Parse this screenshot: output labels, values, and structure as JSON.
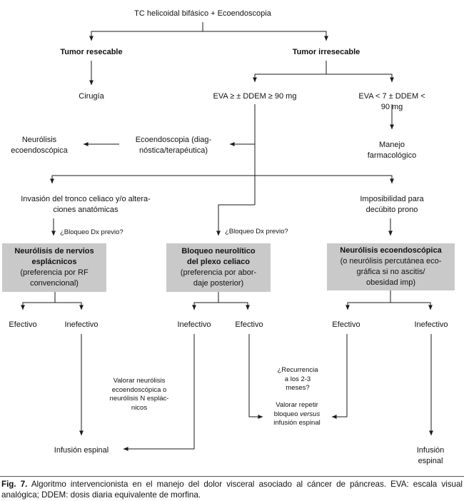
{
  "figure": {
    "nodes": {
      "title": "TC helicoidal bifásico + Ecoendoscopia",
      "tumor_resecable": "Tumor resecable",
      "tumor_irresecable": "Tumor irresecable",
      "cirugia": "Cirugía",
      "eva_high": "EVA ≥ ± DDEM ≥ 90 mg",
      "eva_low": "EVA < 7 ± DDEM < 90 mg",
      "neurolisis_eco": "Neurólisis\necoendoscópica",
      "ecoendoscopia": "Ecoendoscopia (diag-\nnóstica/terapéutica)",
      "manejo_farmacologico": "Manejo farmacológico",
      "invasion": "Invasión del tronco celiaco y/o altera-\nciones anatómicas",
      "imposibilidad": "Imposibilidad para\ndecúbito prono",
      "bloqueo_dx_left": "¿Bloqueo Dx previo?",
      "bloqueo_dx_mid": "¿Bloqueo Dx previo?",
      "valorar_neurolisis": "Valorar neurólisis\necoendoscópica o\nneurólisis N esplác-\nnicos",
      "recurrencia": "¿Recurrencia\na los 2-3\nmeses?",
      "valorar_repetir_pre": "Valorar repetir bloqueo ",
      "valorar_repetir_italic": "versus",
      "valorar_repetir_post": " infusión espinal",
      "infusion_left": "Infusión espinal",
      "infusion_right": "Infusión espinal"
    },
    "boxes": [
      {
        "title": "Neurólisis de nervios\nesplácnicos",
        "sub": "(preferencia por RF\nconvencional)"
      },
      {
        "title": "Bloqueo neurolítico\ndel plexo celiaco",
        "sub": "(preferencia por abor-\ndaje posterior)"
      },
      {
        "title": "Neurólisis ecoendoscópica",
        "sub": "(o neurólisis percutánea eco-\ngráfica si no ascitis/\nobesidad imp)"
      }
    ],
    "outcomes": [
      "Efectivo",
      "Inefectivo",
      "Inefectivo",
      "Efectivo",
      "Efectivo",
      "Inefectivo"
    ]
  },
  "caption": {
    "label": "Fig. 7.",
    "text": "Algoritmo intervencionista en el manejo del dolor visceral asociado al cáncer de páncreas. EVA: escala visual analógica; DDEM: dosis diaria equivalente de morfina."
  },
  "colors": {
    "line": "#1a1a1a",
    "box_fill": "#c9c9c9"
  }
}
